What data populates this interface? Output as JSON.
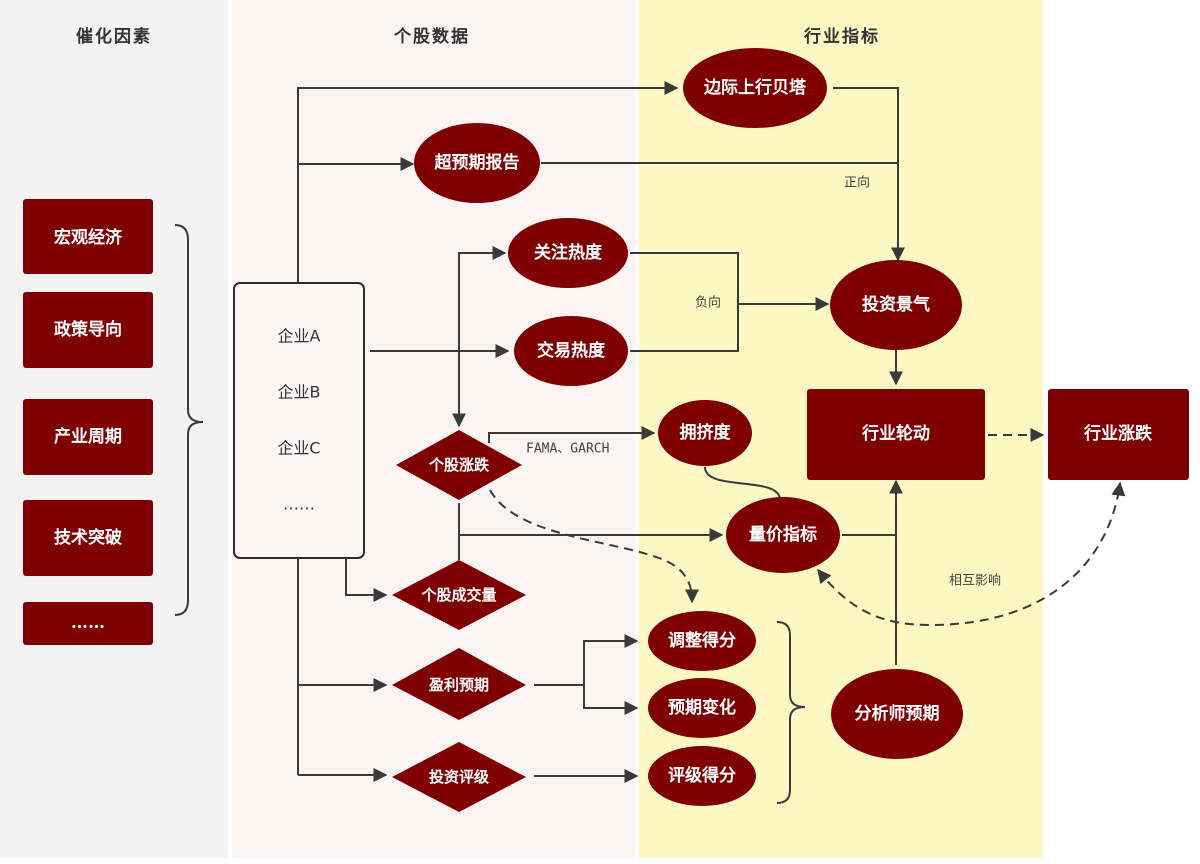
{
  "columns": {
    "catalysts": "催化因素",
    "stock_data": "个股数据",
    "industry_indicators": "行业指标"
  },
  "catalysts": [
    "宏观经济",
    "政策导向",
    "产业周期",
    "技术突破",
    "……"
  ],
  "companies": [
    "企业A",
    "企业B",
    "企业C",
    "……"
  ],
  "nodes": {
    "marginal_beta": "边际上行贝塔",
    "beyond_expect_report": "超预期报告",
    "attention_heat": "关注热度",
    "trading_heat": "交易热度",
    "stock_change": "个股涨跌",
    "stock_volume": "个股成交量",
    "earnings_forecast": "盈利预期",
    "investment_rating": "投资评级",
    "crowding": "拥挤度",
    "price_volume": "量价指标",
    "adjusted_score": "调整得分",
    "forecast_change": "预期变化",
    "rating_score": "评级得分",
    "investment_boom": "投资景气",
    "industry_rotation": "行业轮动",
    "industry_change": "行业涨跌",
    "analyst_forecast": "分析师预期"
  },
  "edge_labels": {
    "positive": "正向",
    "negative": "负向",
    "models": "FAMA、GARCH",
    "mutual_influence": "相互影响"
  },
  "colors": {
    "node_fill": "#7e0000",
    "catalyst_band": "#f3f3f3",
    "stock_band": "#fcf3f3",
    "industry_band": "#fdf8c3"
  }
}
